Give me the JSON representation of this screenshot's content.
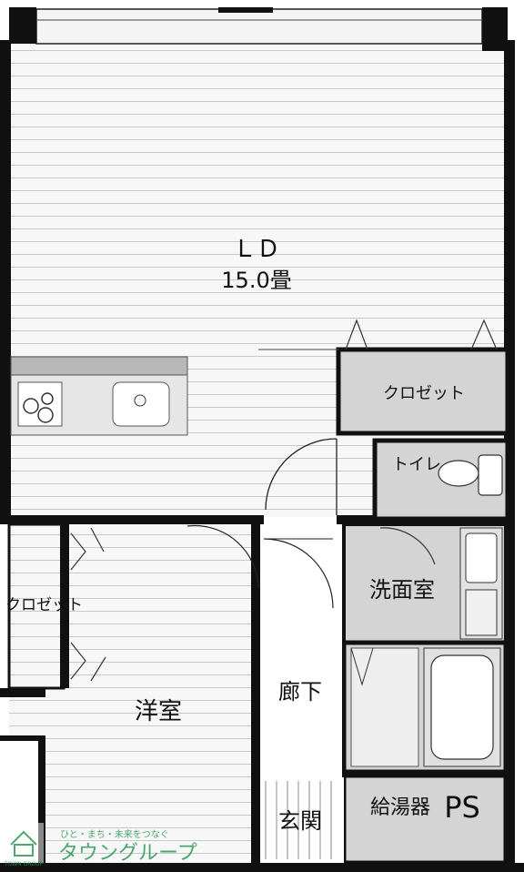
{
  "rooms": {
    "ld": {
      "name": "ＬＤ",
      "size": "15.0畳"
    },
    "closet_ld": "クロゼット",
    "toilet": "トイレ",
    "washroom": "洗面室",
    "western": "洋室",
    "closet_western": "クロゼット",
    "corridor": "廊下",
    "entrance": "玄関",
    "water_heater": "給湯器",
    "ps": "PS"
  },
  "watermark": {
    "tagline": "ひと・まち・未来をつなぐ",
    "brand": "タウングループ",
    "logo_caption": "TOWN GROUP"
  },
  "colors": {
    "wall": "#111111",
    "gray_room": "#d6d6d6",
    "floor_line": "#cfcfcf",
    "watermark_green": "#2e9a5a"
  }
}
